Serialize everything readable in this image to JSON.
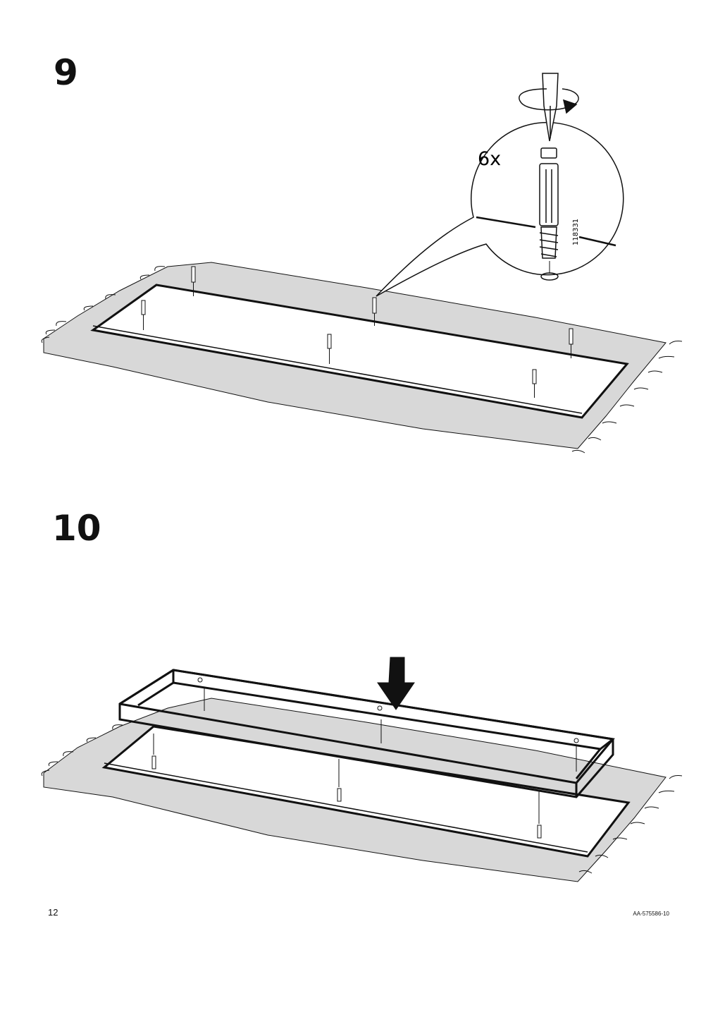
{
  "steps": [
    {
      "number": "9",
      "callout": {
        "quantity": "6x",
        "part_number": "118331"
      }
    },
    {
      "number": "10"
    }
  ],
  "footer": {
    "page_number": "12",
    "document_code": "AA-575586-10"
  },
  "colors": {
    "floor": "#d8d8d8",
    "line": "#111111",
    "panel": "#ffffff"
  },
  "icons": [
    "screwdriver-icon",
    "rotation-arrow-icon",
    "dowel-icon",
    "down-arrow-icon"
  ]
}
